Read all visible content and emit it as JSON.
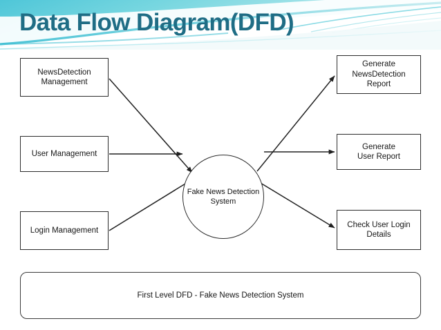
{
  "slide": {
    "title": "Data Flow Diagram(DFD)",
    "title_color": "#1f6d85",
    "background": "#ffffff"
  },
  "diagram": {
    "type": "data-flow-diagram",
    "process": {
      "label": "Fake News Detection\nSystem",
      "shape": "ellipse"
    },
    "inputs": [
      {
        "label": "NewsDetection\nManagement"
      },
      {
        "label": "User Management"
      },
      {
        "label": "Login Management"
      }
    ],
    "outputs": [
      {
        "label": "Generate\nNewsDetection Report"
      },
      {
        "label": "Generate\nUser Report"
      },
      {
        "label": "Check User Login\nDetails"
      }
    ],
    "caption": "First Level DFD - Fake News Detection System",
    "edge_color": "#202020",
    "node_border_color": "#2b2b2b"
  }
}
